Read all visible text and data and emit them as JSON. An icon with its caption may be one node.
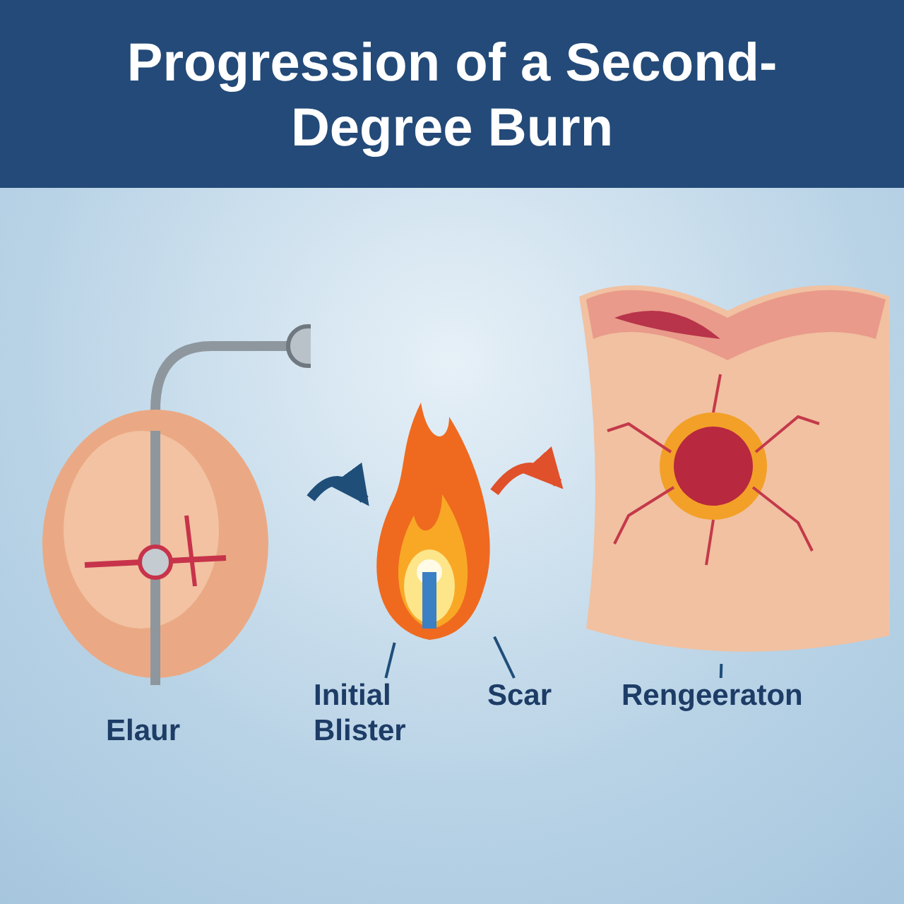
{
  "diagram": {
    "title": "Progression of a Second-Degree Burn",
    "nodes": [
      {
        "text": [],
        "shape": "picture",
        "beside": [
          "Elaur"
        ]
      },
      {
        "text": [],
        "shape": "picture"
      },
      {
        "text": [],
        "shape": "picture"
      },
      {
        "text": [
          "Initial Blister"
        ]
      },
      {
        "text": [
          "Scar"
        ]
      },
      {
        "text": [
          "Rengeeraton"
        ]
      }
    ],
    "edges": [
      {
        "from": 0,
        "to": 1,
        "arrow": "to",
        "style": "thick"
      },
      {
        "from": 1,
        "to": 2,
        "arrow": "to",
        "style": "thick",
        "color": "#e0502a"
      },
      {
        "from": 3,
        "to": 1,
        "arrow": "none"
      },
      {
        "from": 4,
        "to": 1,
        "arrow": "none"
      },
      {
        "from": 5,
        "to": 2,
        "arrow": "none"
      }
    ]
  }
}
